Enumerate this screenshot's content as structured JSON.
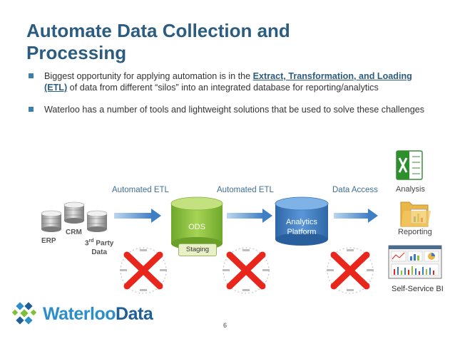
{
  "slide": {
    "title_line1": "Automate Data Collection and",
    "title_line2": "Processing",
    "page_number": "6"
  },
  "bullets": [
    {
      "pre": "Biggest opportunity for applying automation is in the ",
      "emphasis": "Extract, Transformation, and Loading (ETL)",
      "post": " of data from different “silos” into an integrated database for reporting/analytics"
    },
    {
      "text": "Waterloo has a number of tools and lightweight solutions that be used to solve these challenges"
    }
  ],
  "diagram": {
    "stage_labels": [
      "Automated ETL",
      "Automated ETL",
      "Data Access"
    ],
    "sources": {
      "erp": "ERP",
      "crm": "CRM",
      "third_party_num": "3",
      "third_party_sup": "rd",
      "third_party_word": "Party",
      "third_party_line2": "Data"
    },
    "ods": {
      "label": "ODS",
      "staging": "Staging"
    },
    "analytics": {
      "line1": "Analytics",
      "line2": "Platform"
    },
    "outputs": {
      "analysis": "Analysis",
      "reporting": "Reporting",
      "bi": "Self-Service BI"
    }
  },
  "logo": {
    "part1": "Waterloo",
    "part2": "Data"
  },
  "colors": {
    "title": "#2c5c7f",
    "accent": "#3f7fae",
    "arrow": "#4f8fcf",
    "ods": "#8fc43a",
    "analytics": "#3d7cc1",
    "cross": "#e8261c",
    "logo_light": "#2d8fc9",
    "logo_dark": "#1f5f96"
  },
  "icons": [
    "database-icon",
    "excel-icon",
    "folder-icon",
    "dashboard-icon",
    "cross-mark-icon",
    "process-wheel-icon",
    "logo-mark-icon"
  ]
}
